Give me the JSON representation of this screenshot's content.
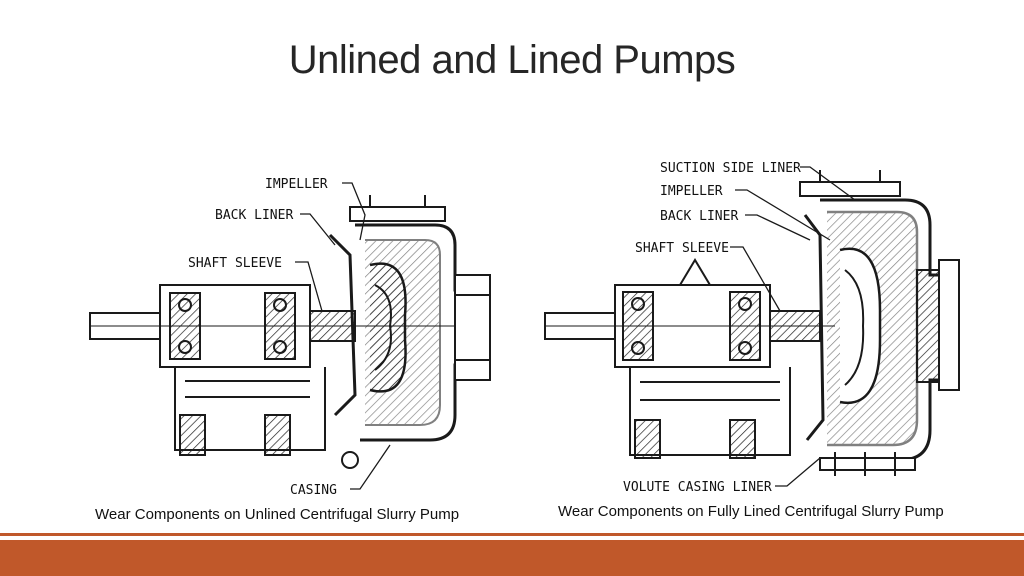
{
  "slide": {
    "title": "Unlined and Lined Pumps"
  },
  "left_diagram": {
    "labels": {
      "impeller": "IMPELLER",
      "back_liner": "BACK LINER",
      "shaft_sleeve": "SHAFT SLEEVE",
      "casing": "CASING"
    },
    "caption": "Wear Components on Unlined Centrifugal Slurry Pump"
  },
  "right_diagram": {
    "labels": {
      "suction_side_liner": "SUCTION SIDE LINER",
      "impeller": "IMPELLER",
      "back_liner": "BACK LINER",
      "shaft_sleeve": "SHAFT SLEEVE",
      "volute_casing_liner": "VOLUTE CASING LINER"
    },
    "caption": "Wear Components on Fully Lined Centrifugal Slurry Pump"
  },
  "colors": {
    "accent": "#c0582a",
    "line": "#1a1a1a"
  }
}
